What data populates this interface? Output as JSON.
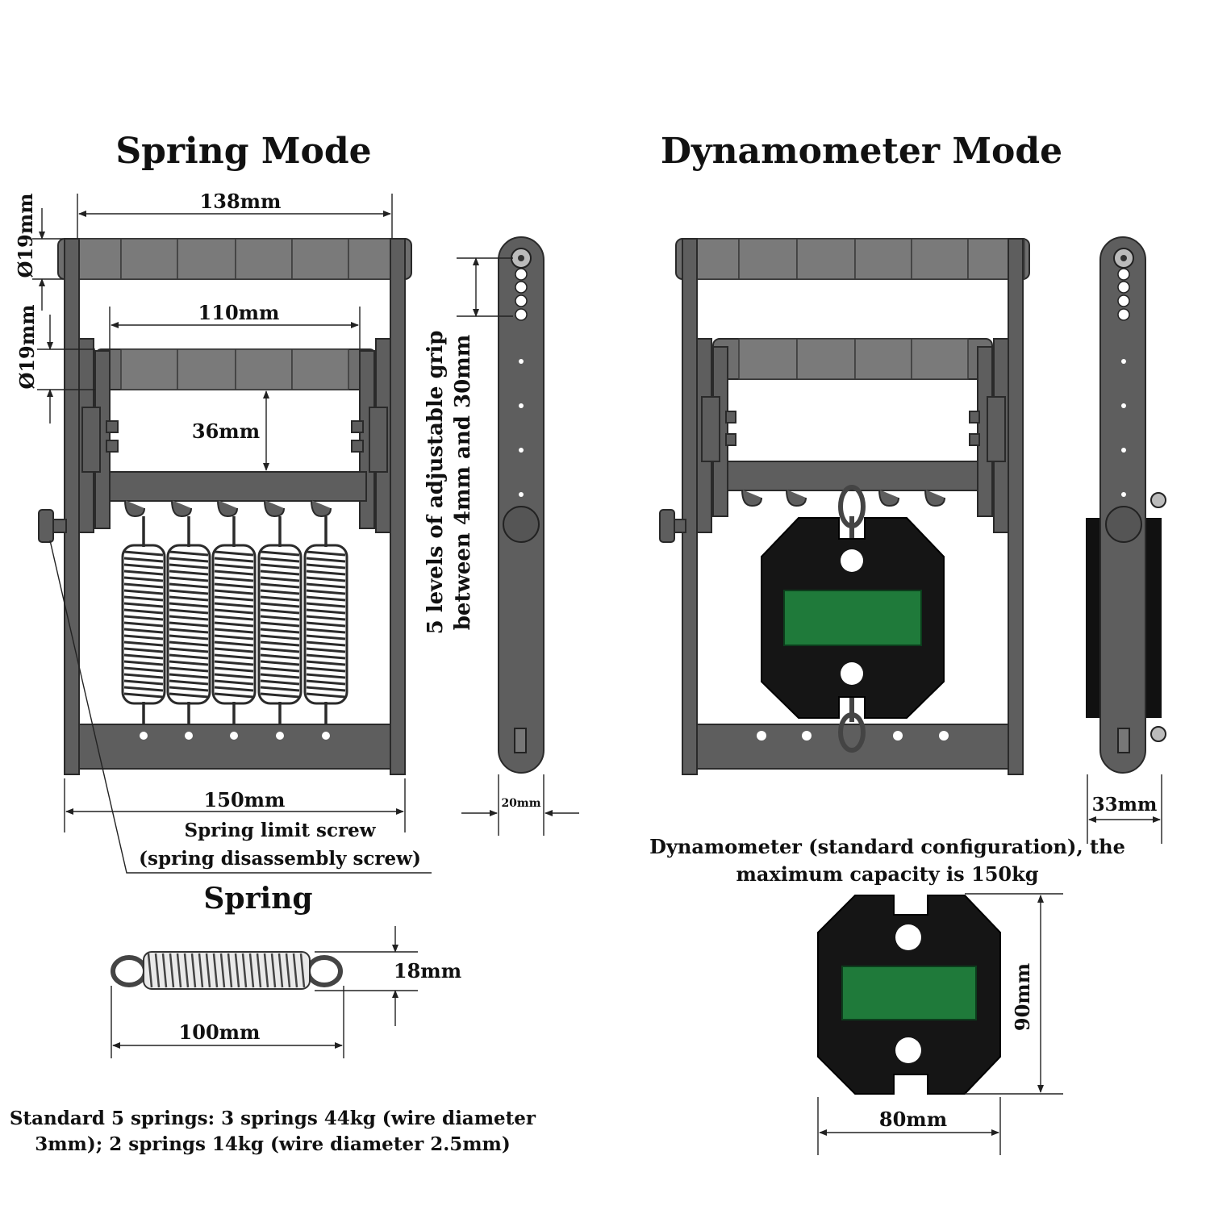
{
  "titles": {
    "spring_mode": "Spring Mode",
    "dynamometer_mode": "Dynamometer Mode",
    "spring": "Spring"
  },
  "dimensions": {
    "top_width": "138mm",
    "top_diameter": "Ø19mm",
    "inner_width": "110mm",
    "inner_diameter": "Ø19mm",
    "gap": "36mm",
    "base_width": "150mm",
    "side_thickness": "20mm",
    "side_depth_dyn": "33mm",
    "spring_diameter": "18mm",
    "spring_length": "100mm",
    "dyn_height": "90mm",
    "dyn_width": "80mm"
  },
  "notes": {
    "grip_line1": "5 levels of adjustable grip",
    "grip_line2": "between 4mm and 30mm",
    "limit_screw_line1": "Spring limit screw",
    "limit_screw_line2": "(spring disassembly screw)",
    "dyn_capacity_line1": "Dynamometer (standard configuration), the",
    "dyn_capacity_line2": "maximum capacity is 150kg",
    "springs_line1": "Standard 5 springs: 3 springs 44kg (wire diameter",
    "springs_line2": "3mm); 2 springs 14kg (wire diameter 2.5mm)"
  },
  "colors": {
    "frame": "#5e5e5e",
    "dynamometer_body": "#151515",
    "screen": "#1f7a3a"
  }
}
